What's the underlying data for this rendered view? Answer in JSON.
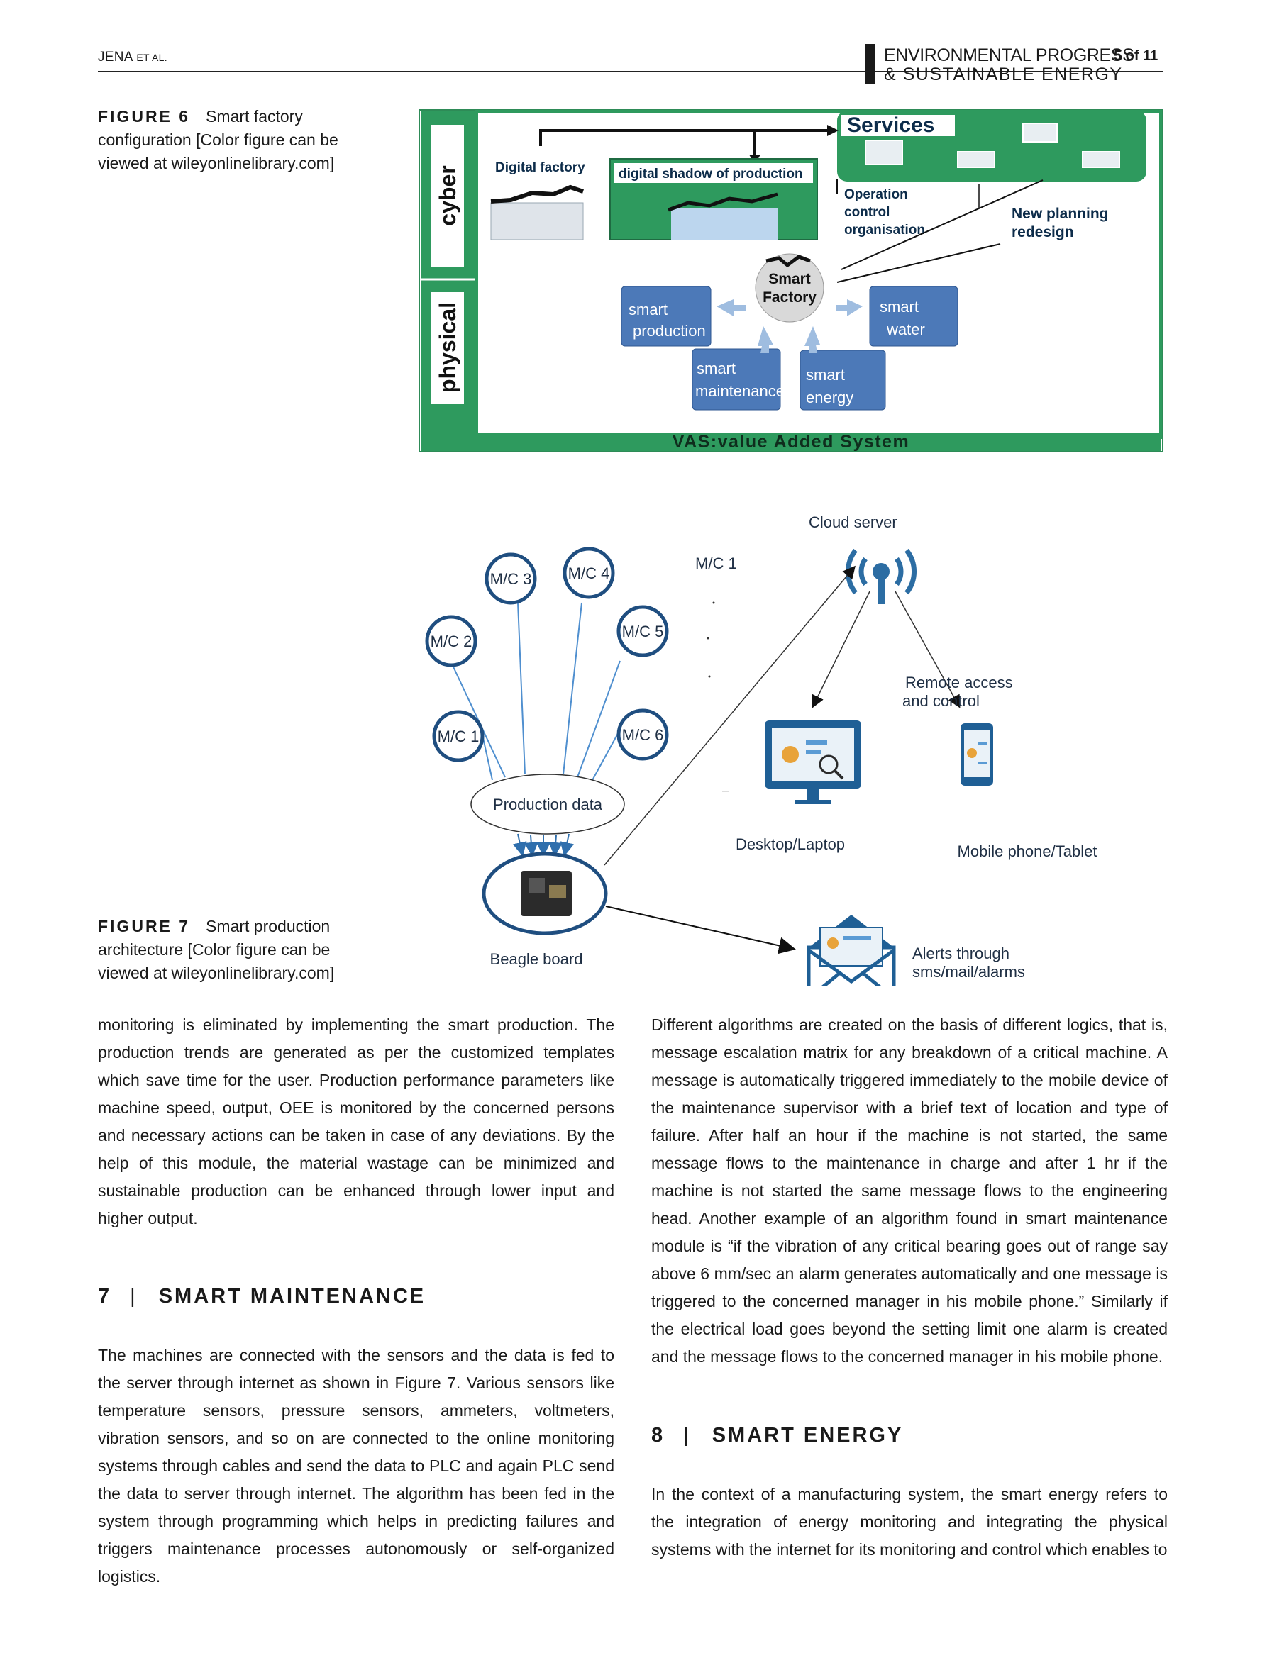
{
  "header": {
    "author": "JENA",
    "author_suffix": "ET AL.",
    "journal_line1": "ENVIRONMENTAL PROGRESS",
    "journal_line2": "& SUSTAINABLE ENERGY",
    "page": "5 of 11"
  },
  "figure6": {
    "label": "FIGURE 6",
    "caption": "Smart factory configuration [Color figure can be viewed at wileyonlinelibrary.com]",
    "cyber": "cyber",
    "physical": "physical",
    "services": "Services",
    "digital_factory": "Digital factory",
    "digital_shadow": "digital shadow of production",
    "operation_1": "Operation",
    "operation_2": "control",
    "operation_3": "organisation",
    "planning_1": "New planning",
    "planning_2": "redesign",
    "smart_factory_1": "Smart",
    "smart_factory_2": "Factory",
    "production_1": "smart",
    "production_2": "production",
    "water_1": "smart",
    "water_2": "water",
    "maintenance_1": "smart",
    "maintenance_2": "maintenance",
    "energy_1": "smart",
    "energy_2": "energy",
    "vas": "VAS:value Added System"
  },
  "figure7": {
    "label": "FIGURE 7",
    "caption": "Smart production architecture [Color figure can be viewed at wileyonlinelibrary.com]",
    "machines": [
      "M/C 1",
      "M/C 2",
      "M/C 3",
      "M/C 4",
      "M/C 5",
      "M/C 6"
    ],
    "mc1_floating": "M/C 1",
    "production_data": "Production data",
    "beagle_board": "Beagle board",
    "cloud_server": "Cloud server",
    "remote_1": "Remote access",
    "remote_2": "and control",
    "desktop": "Desktop/Laptop",
    "mobile": "Mobile phone/Tablet",
    "alerts_1": "Alerts through",
    "alerts_2": "sms/mail/alarms"
  },
  "left_col": {
    "para1": "monitoring is eliminated by implementing the smart production. The production trends are generated as per the customized templates which save time for the user. Production performance parameters like machine speed, output, OEE is monitored by the concerned persons and necessary actions can be taken in case of any deviations. By the help of this module, the material wastage can be minimized and sustainable production can be enhanced through lower input and higher output.",
    "section7_num": "7",
    "section7_title": "SMART MAINTENANCE",
    "para2": "The machines are connected with the sensors and the data is fed to the server through internet as shown in Figure 7. Various sensors like temperature sensors, pressure sensors, ammeters, voltmeters, vibration sensors, and so on are connected to the online monitoring systems through cables and send the data to PLC and again PLC send the data to server through internet. The algorithm has been fed in the system through programming which helps in predicting failures and triggers maintenance processes autonomously or self-organized logistics."
  },
  "right_col": {
    "para1": "Different algorithms are created on the basis of different logics, that is, message escalation matrix for any breakdown of a critical machine. A message is automatically triggered immediately to the mobile device of the maintenance supervisor with a brief text of location and type of failure. After half an hour if the machine is not started, the same message flows to the maintenance in charge and after 1 hr if the machine is not started the same message flows to the engineering head. Another example of an algorithm found in smart maintenance module is “if the vibration of any critical bearing goes out of range say above 6 mm/sec an alarm generates automatically and one message is triggered to the concerned manager in his mobile phone.” Similarly if the electrical load goes beyond the setting limit one alarm is created and the message flows to the concerned manager in his mobile phone.",
    "section8_num": "8",
    "section8_title": "SMART ENERGY",
    "para2": "In the context of a manufacturing system, the smart energy refers to the integration of energy monitoring and integrating the physical systems with the internet for its monitoring and control which enables to"
  }
}
